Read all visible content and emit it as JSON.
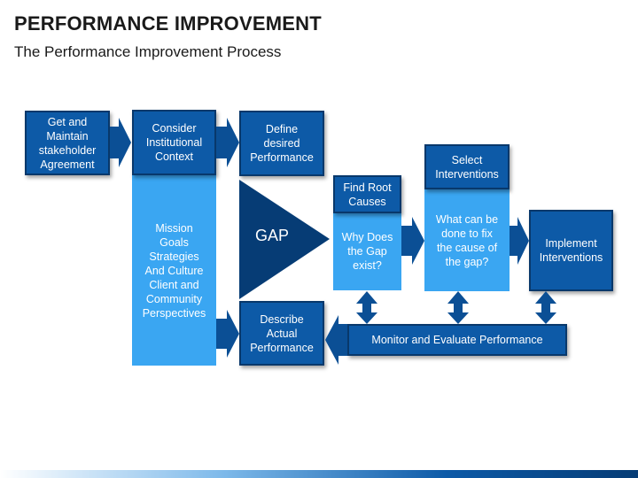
{
  "header": {
    "title": "PERFORMANCE IMPROVEMENT",
    "subtitle": "The Performance Improvement Process"
  },
  "nodes": {
    "get_agreement": "Get and\nMaintain\nstakeholder\nAgreement",
    "consider_context": "Consider\nInstitutional\nContext",
    "context_details": "Mission\nGoals\nStrategies\nAnd Culture\nClient and\nCommunity\nPerspectives",
    "define_performance": "Define\ndesired\nPerformance",
    "gap": "GAP",
    "describe_performance": "Describe\nActual\nPerformance",
    "find_root_causes": "Find Root\nCauses",
    "why_gap": "Why Does\nthe Gap\nexist?",
    "select_interventions": "Select\nInterventions",
    "what_can_be_done": "What can be\ndone to fix\nthe cause of\nthe gap?",
    "implement_interventions": "Implement\nInterventions",
    "monitor_evaluate": "Monitor and Evaluate Performance"
  },
  "colors": {
    "dark_blue": "#0d5aa7",
    "border_blue": "#08386b",
    "light_blue": "#3aa6f2",
    "arrow_blue": "#0b4f95"
  }
}
